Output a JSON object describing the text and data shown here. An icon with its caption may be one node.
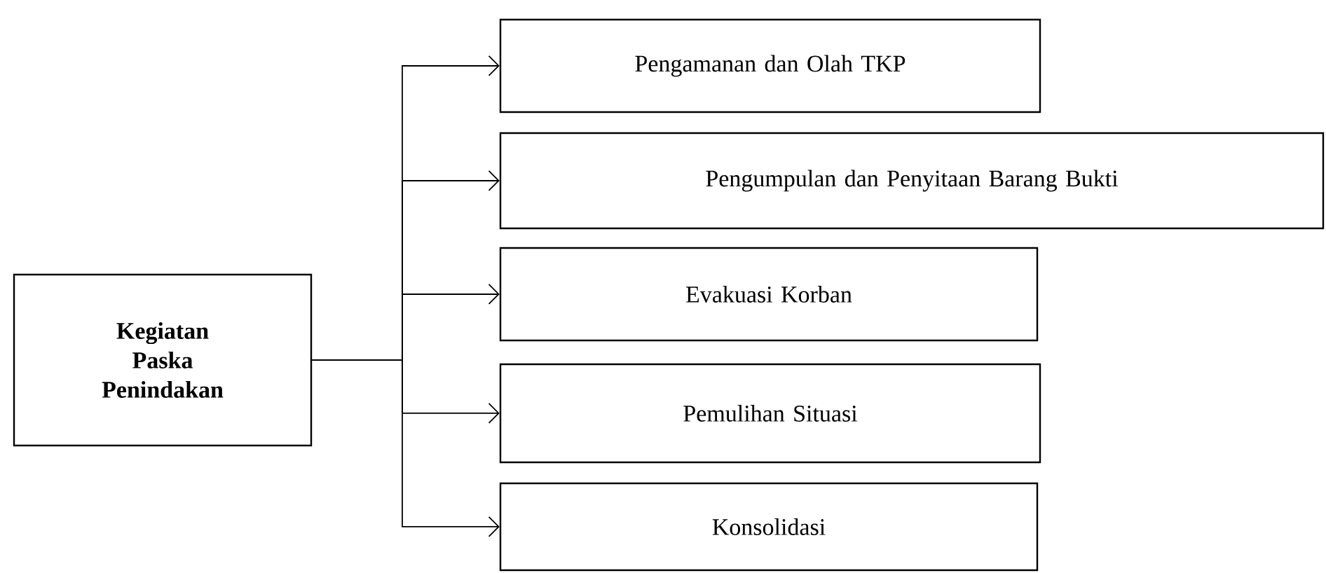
{
  "diagram": {
    "nodes": [
      {
        "text": [
          "Kegiatan Paska Penindakan"
        ]
      },
      {
        "text": [
          "Pengamanan dan Olah TKP"
        ]
      },
      {
        "text": [
          "Pengumpulan dan Penyitaan Barang Bukti"
        ]
      },
      {
        "text": [
          "Evakuasi Korban"
        ]
      },
      {
        "text": [
          "Pemulihan Situasi"
        ]
      },
      {
        "text": [
          "Konsolidasi"
        ]
      }
    ],
    "edges": [
      {
        "from": 0,
        "to": 1,
        "arrow": "to"
      },
      {
        "from": 0,
        "to": 2,
        "arrow": "to"
      },
      {
        "from": 0,
        "to": 3,
        "arrow": "to"
      },
      {
        "from": 0,
        "to": 4,
        "arrow": "to"
      },
      {
        "from": 0,
        "to": 5,
        "arrow": "to"
      }
    ]
  }
}
